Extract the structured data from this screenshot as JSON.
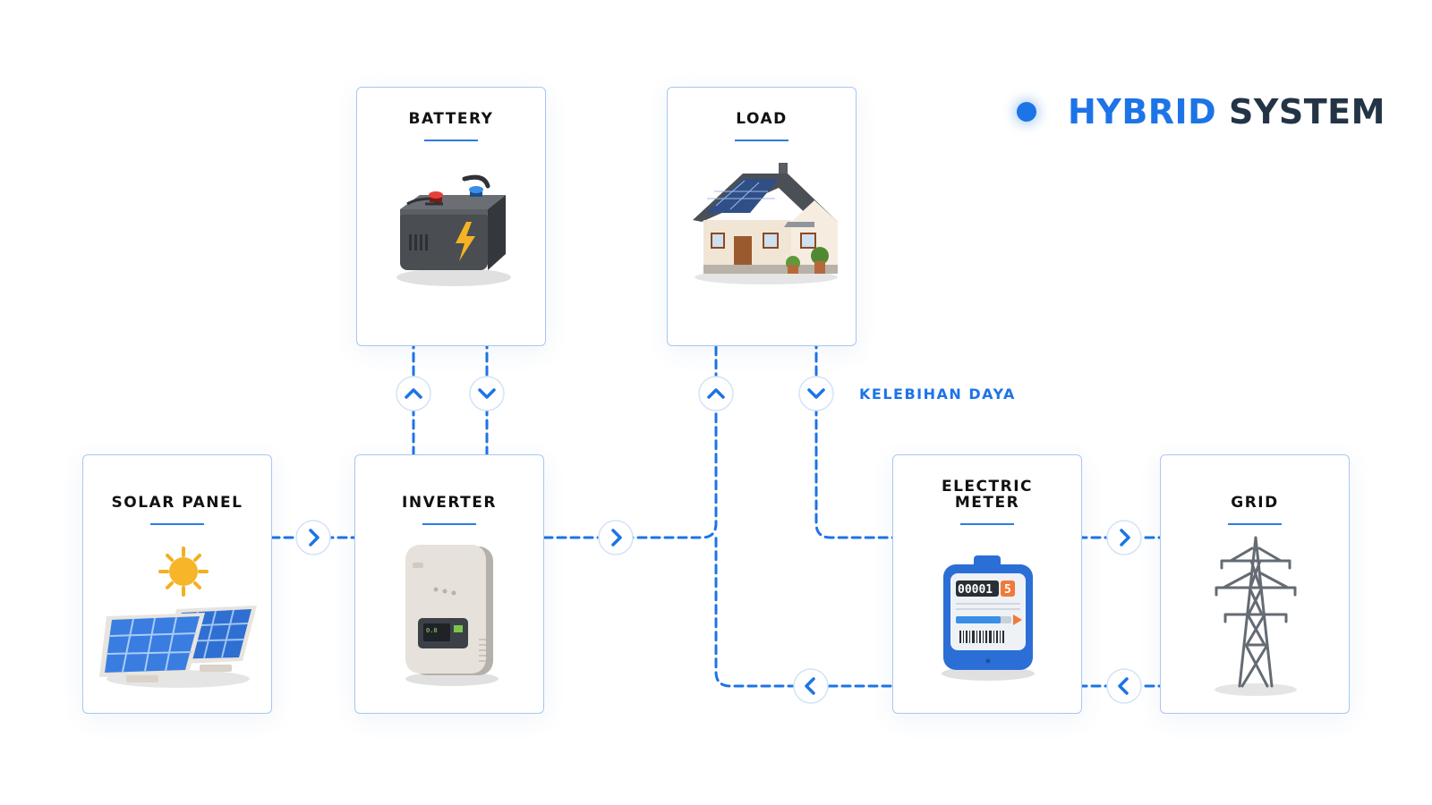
{
  "header": {
    "dot_color": "#1c74e6",
    "title_highlight": "HYBRID",
    "title_rest": "SYSTEM"
  },
  "nodes": {
    "battery": {
      "title": "BATTERY",
      "icon": "car-battery-icon"
    },
    "load": {
      "title": "LOAD",
      "icon": "house-with-solar-roof-icon"
    },
    "solar_panel": {
      "title": "SOLAR PANEL",
      "icon": "solar-panel-with-sun-icon"
    },
    "inverter": {
      "title": "INVERTER",
      "icon": "inverter-unit-icon"
    },
    "electric_meter": {
      "title_line1": "ELECTRIC",
      "title_line2": "METER",
      "icon": "electric-meter-icon",
      "meter_reading": "00001",
      "meter_digit": "5"
    },
    "grid": {
      "title": "GRID",
      "icon": "transmission-tower-icon"
    }
  },
  "annotations": {
    "excess_power": "KELEBIHAN DAYA"
  },
  "colors": {
    "accent": "#1c74e6",
    "card_border": "#a9c7ef",
    "text": "#111111"
  },
  "connections": [
    {
      "from": "solar_panel",
      "to": "inverter",
      "direction": "right"
    },
    {
      "from": "inverter",
      "to": "battery",
      "direction": "up"
    },
    {
      "from": "battery",
      "to": "inverter",
      "direction": "down"
    },
    {
      "from": "inverter",
      "to": "load",
      "direction": "up"
    },
    {
      "from": "load",
      "to": "electric_meter",
      "direction": "down",
      "label": "KELEBIHAN DAYA"
    },
    {
      "from": "electric_meter",
      "to": "grid",
      "direction": "right"
    },
    {
      "from": "grid",
      "to": "electric_meter",
      "direction": "left"
    },
    {
      "from": "electric_meter",
      "to": "inverter",
      "direction": "left"
    }
  ]
}
